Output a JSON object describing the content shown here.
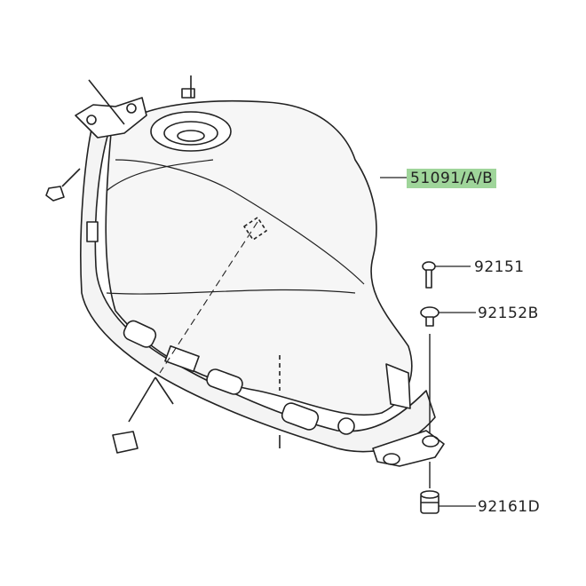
{
  "parts": [
    {
      "id": "tank",
      "number": "51091/A/B",
      "highlighted": true
    },
    {
      "id": "bolt",
      "number": "92151",
      "highlighted": false
    },
    {
      "id": "collar",
      "number": "92152B",
      "highlighted": false
    },
    {
      "id": "damper",
      "number": "92161D",
      "highlighted": false
    }
  ],
  "colors": {
    "highlight": "#9fd59a",
    "line": "#222222",
    "tank_fill": "#f4f4f4"
  }
}
